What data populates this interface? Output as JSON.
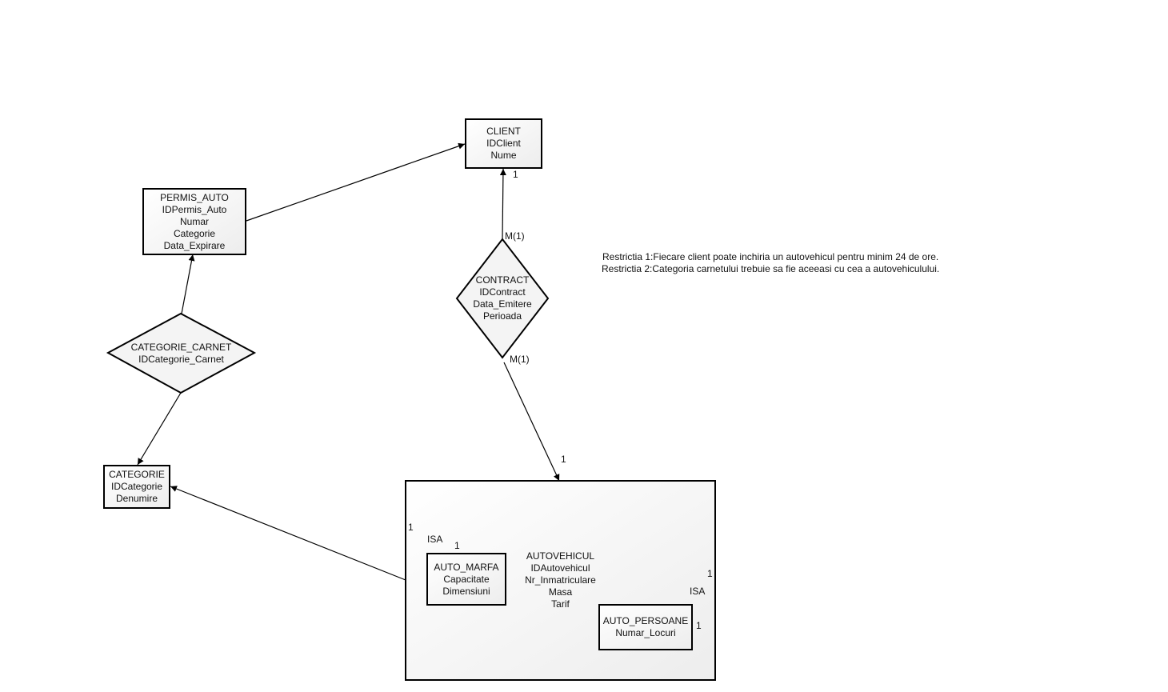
{
  "entities": {
    "client": [
      "CLIENT",
      "IDClient",
      "Nume"
    ],
    "permis_auto": [
      "PERMIS_AUTO",
      "IDPermis_Auto",
      "Numar",
      "Categorie",
      "Data_Expirare"
    ],
    "categorie": [
      "CATEGORIE",
      "IDCategorie",
      "Denumire"
    ],
    "autovehicul": [
      "AUTOVEHICUL",
      "IDAutovehicul",
      "Nr_Inmatriculare",
      "Masa",
      "Tarif"
    ],
    "auto_marfa": [
      "AUTO_MARFA",
      "Capacitate",
      "Dimensiuni"
    ],
    "auto_persoane": [
      "AUTO_PERSOANE",
      "Numar_Locuri"
    ]
  },
  "relationships": {
    "contract": [
      "CONTRACT",
      "IDContract",
      "Data_Emitere",
      "Perioada"
    ],
    "categorie_carnet": [
      "CATEGORIE_CARNET",
      "IDCategorie_Carnet"
    ]
  },
  "labels": {
    "client_contract_1": "1",
    "contract_client_m": "M(1)",
    "contract_auto_m": "M(1)",
    "contract_auto_1": "1",
    "marfa_parent_1": "1",
    "marfa_isa": "ISA",
    "marfa_child_1": "1",
    "persoane_parent_1": "1",
    "persoane_isa": "ISA",
    "persoane_child_1": "1"
  },
  "restrictions": [
    "Restrictia 1:Fiecare client poate inchiria un autovehicul pentru minim 24 de ore.",
    "Restrictia 2:Categoria carnetului trebuie sa fie aceeasi cu cea a autovehiculului."
  ]
}
